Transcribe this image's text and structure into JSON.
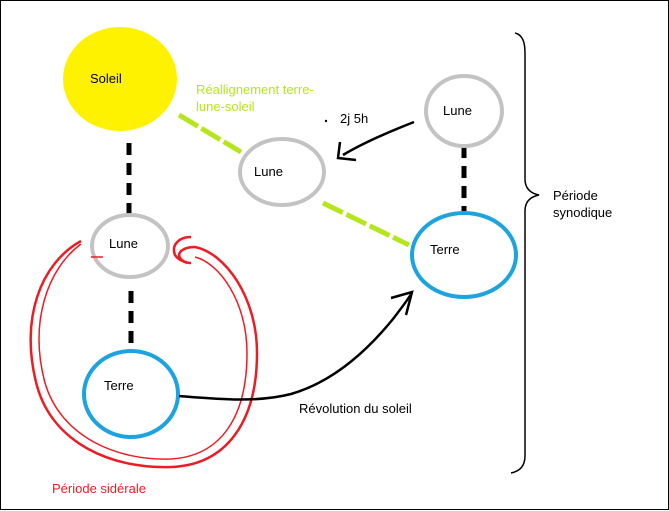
{
  "diagram": {
    "nodes": {
      "soleil": "Soleil",
      "lune_top_right": "Lune",
      "lune_middle": "Lune",
      "terre_right": "Terre",
      "lune_left": "Lune",
      "terre_left": "Terre"
    },
    "labels": {
      "realignment_line1": "Réallignement terre-",
      "realignment_line2": "lune-soleil",
      "duration": "2j 5h",
      "periode_synodique_line1": "Période",
      "periode_synodique_line2": "synodique",
      "revolution": "Révolution du soleil",
      "periode_siderale": "Période sidérale"
    },
    "colors": {
      "sun_fill": "#fff200",
      "moon_stroke": "#c3c3c3",
      "earth_stroke": "#1ca3e0",
      "realign_line": "#b5e61d",
      "realign_text": "#b5e61d",
      "sidereal": "#ed1c24",
      "ink": "#000000"
    }
  }
}
